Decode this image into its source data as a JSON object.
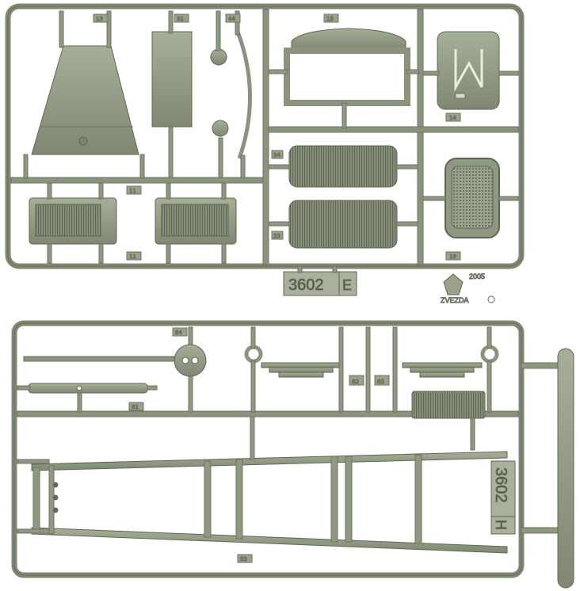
{
  "sprue_e": {
    "code": "3602",
    "letter": "E",
    "year": "2005",
    "brand": "ZVEZDA",
    "part_numbers": [
      "13",
      "31",
      "44",
      "15",
      "14",
      "34",
      "33",
      "16",
      "11",
      "11"
    ]
  },
  "sprue_h": {
    "code": "3602",
    "letter": "H",
    "part_numbers": [
      "84",
      "82",
      "83",
      "81",
      "53"
    ]
  },
  "colors": {
    "plastic": "#8e9882",
    "plastic_dark": "#6f7864",
    "plastic_light": "#b3bba6",
    "background": "#ffffff"
  }
}
